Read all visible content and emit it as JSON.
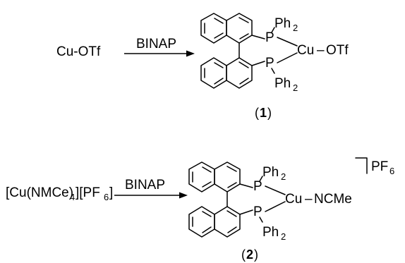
{
  "reactions": [
    {
      "reactant": "Cu-OTf",
      "reagent": "BINAP",
      "product": {
        "p_top": "P",
        "p_bottom": "P",
        "ph": "Ph",
        "ph_sub": "2",
        "metal": "Cu",
        "ligand": "OTf",
        "dash": "–"
      },
      "label": {
        "open": "(",
        "num": "1",
        "close": ")"
      }
    },
    {
      "reactant": {
        "pre": "[Cu(NMCe)",
        "sub1": "4",
        "mid": "][PF",
        "sub2": "6",
        "post": "]"
      },
      "reagent": "BINAP",
      "product": {
        "p_top": "P",
        "p_bottom": "P",
        "ph": "Ph",
        "ph_sub": "2",
        "metal": "Cu",
        "ligand": "NCMe",
        "dash": "–",
        "counterion": "PF",
        "counterion_sub": "6"
      },
      "label": {
        "open": "(",
        "num": "2",
        "close": ")"
      }
    }
  ]
}
